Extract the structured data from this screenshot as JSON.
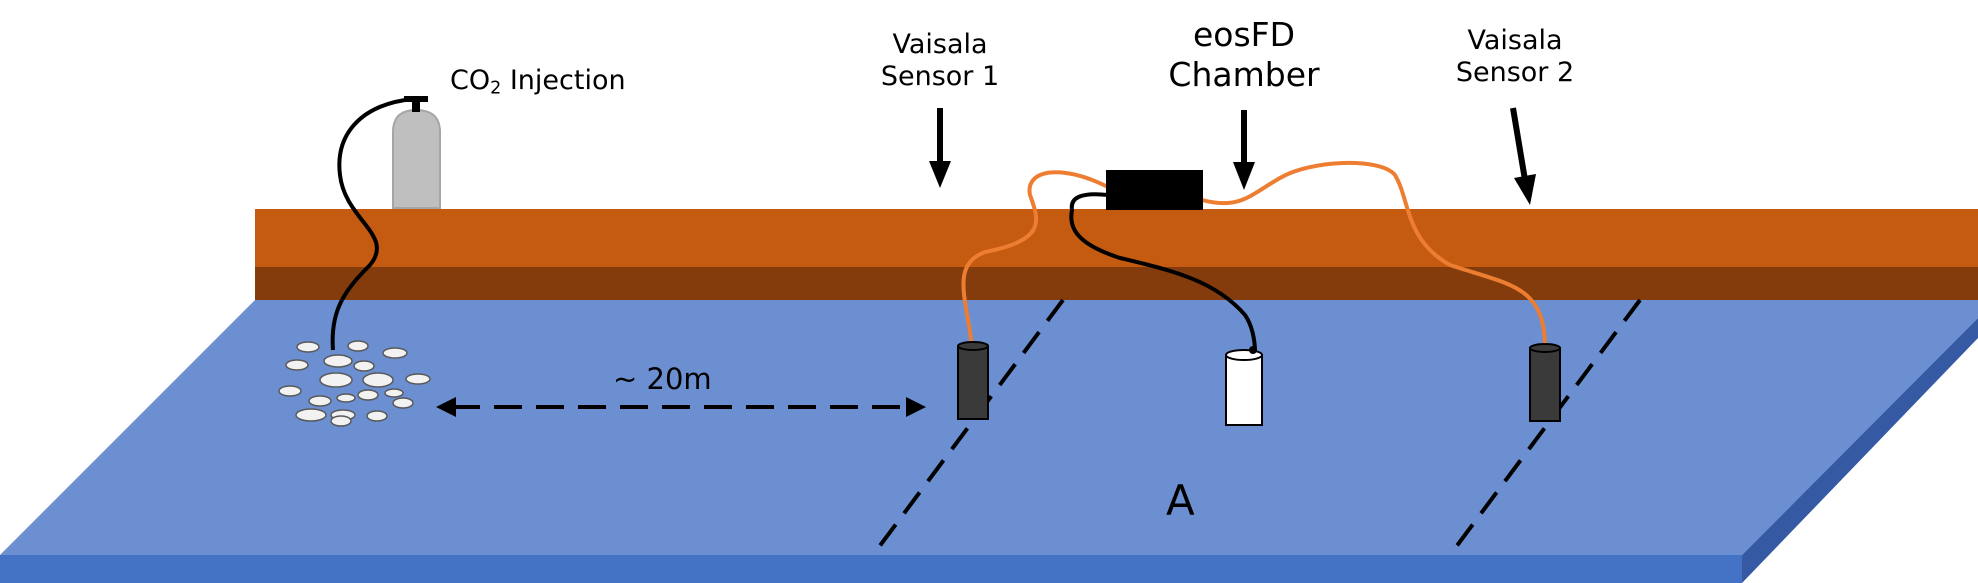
{
  "labels": {
    "co2_prefix": "CO",
    "co2_sub": "2",
    "co2_suffix": " Injection",
    "vaisala1_line1": "Vaisala",
    "vaisala1_line2": "Sensor 1",
    "eosfd_line1": "eosFD",
    "eosfd_line2": "Chamber",
    "vaisala2_line1": "Vaisala",
    "vaisala2_line2": "Sensor 2",
    "distance": "~ 20m",
    "panel": "A"
  },
  "colors": {
    "ground_top": "#6b8fd0",
    "ground_front": "#3a62b0",
    "ground_side": "#3559a3",
    "soil_upper": "#c55a11",
    "soil_lower": "#843c0c",
    "orange_cable": "#ed7d31",
    "black_cable": "#000000",
    "sensor_dark": "#3a3a3a",
    "sensor_light": "#ffffff",
    "cylinder": "#bfbfbf",
    "bubble_fill": "#f2f2f2"
  }
}
